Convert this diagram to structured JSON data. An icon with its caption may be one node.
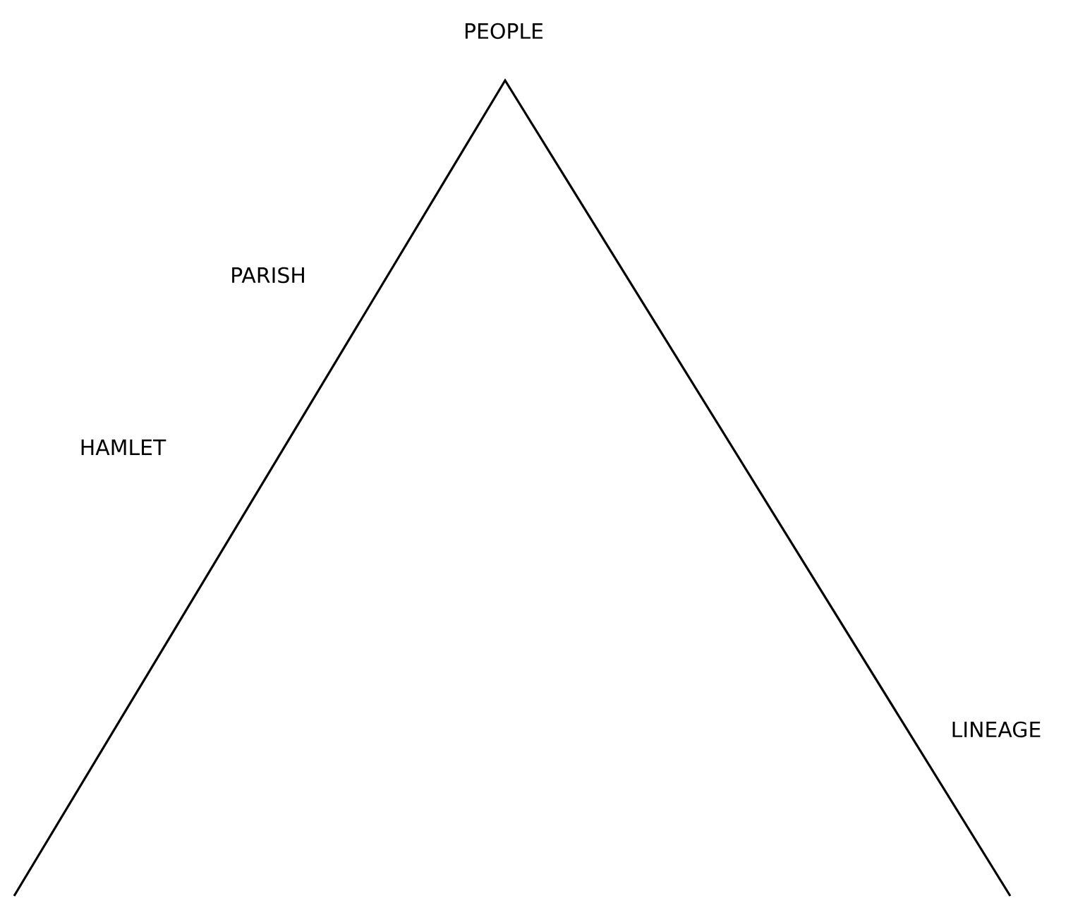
{
  "diagram": {
    "labels": [
      "PEOPLE",
      "PARISH",
      "HAMLET",
      "LINEAGE"
    ]
  }
}
